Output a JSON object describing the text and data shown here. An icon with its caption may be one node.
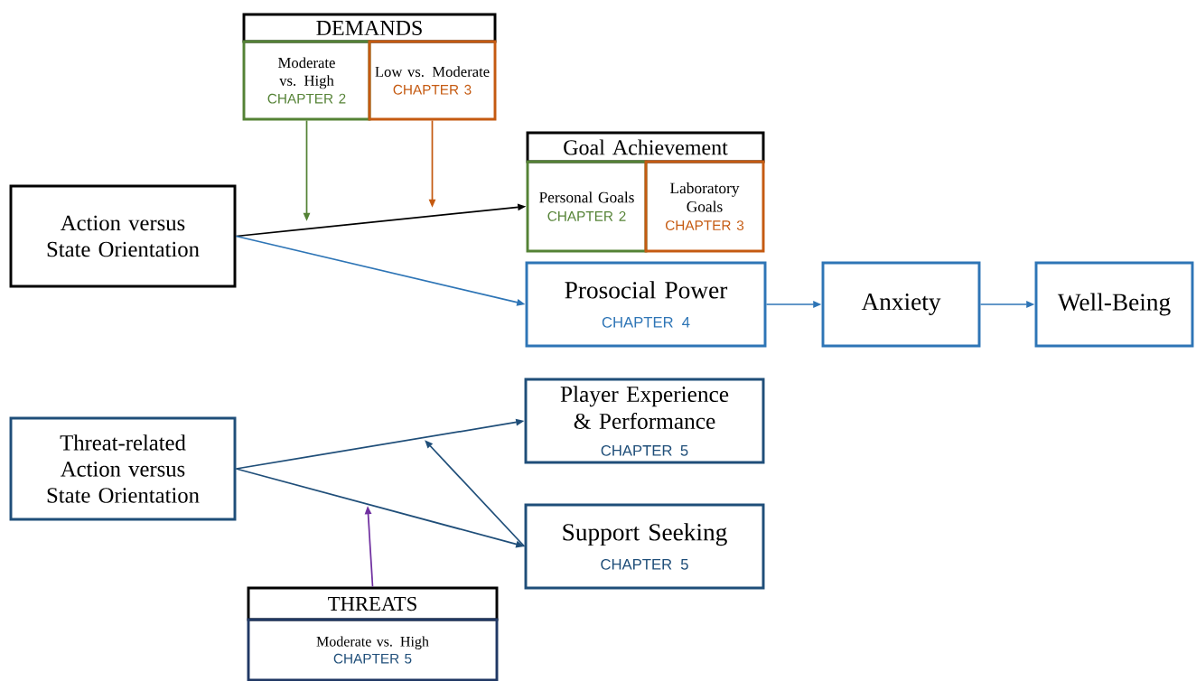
{
  "diagram": {
    "nodes": [
      {
        "text": [
          "DEMANDS"
        ]
      },
      {
        "text": [
          "Moderate vs. High",
          "CHAPTER 2"
        ]
      },
      {
        "text": [
          "Low vs. Moderate",
          "CHAPTER 3"
        ]
      },
      {
        "text": [
          "Action versus State Orientation"
        ]
      },
      {
        "text": [
          "Goal Achievement"
        ]
      },
      {
        "text": [
          "Personal Goals",
          "CHAPTER 2"
        ]
      },
      {
        "text": [
          "Laboratory Goals",
          "CHAPTER 3"
        ]
      },
      {
        "text": [
          "Prosocial Power",
          "CHAPTER 4"
        ]
      },
      {
        "text": [
          "Anxiety"
        ]
      },
      {
        "text": [
          "Well-Being"
        ]
      },
      {
        "text": [
          "Threat-related Action versus State Orientation"
        ]
      },
      {
        "text": [
          "Player Experience & Performance",
          "CHAPTER 5"
        ]
      },
      {
        "text": [
          "Support Seeking",
          "CHAPTER 5"
        ]
      },
      {
        "text": [
          "THREATS"
        ]
      },
      {
        "text": [
          "Moderate vs. High",
          "CHAPTER 5"
        ]
      }
    ],
    "edges": [
      {
        "from": 1,
        "to": null,
        "arrow": "to",
        "color": "#548235"
      },
      {
        "from": 2,
        "to": null,
        "arrow": "to",
        "color": "#c55a11"
      },
      {
        "from": 3,
        "to": 5,
        "arrow": "to",
        "color": "#000000"
      },
      {
        "from": 3,
        "to": 7,
        "arrow": "to",
        "color": "#2e75b6"
      },
      {
        "from": 7,
        "to": 8,
        "arrow": "to",
        "color": "#2e75b6"
      },
      {
        "from": 8,
        "to": 9,
        "arrow": "to",
        "color": "#2e75b6"
      },
      {
        "from": 10,
        "to": 11,
        "arrow": "to",
        "color": "#1f4e79"
      },
      {
        "from": 10,
        "to": 12,
        "arrow": "to",
        "color": "#1f4e79"
      },
      {
        "from": 12,
        "to": null,
        "arrow": "to",
        "color": "#1f4e79"
      },
      {
        "from": 13,
        "to": null,
        "arrow": "to",
        "color": "#7030a0"
      }
    ]
  }
}
